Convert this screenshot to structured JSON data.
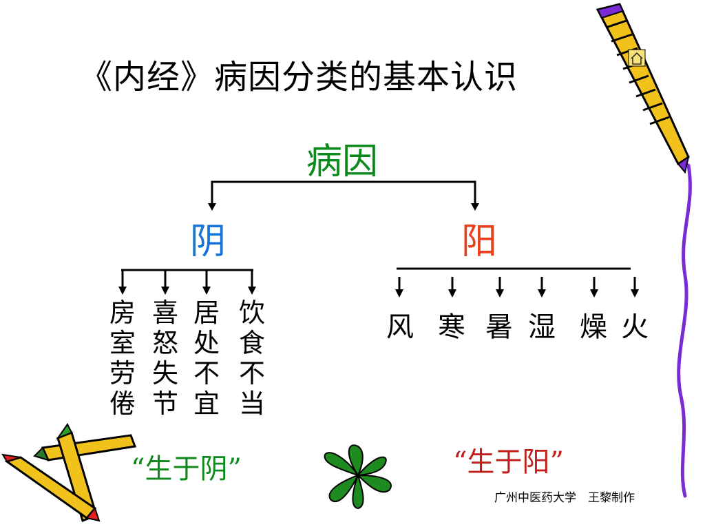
{
  "title": "《内经》病因分类的基本认识",
  "root": "病因",
  "yin": {
    "label": "阴",
    "columns": [
      "房室劳倦",
      "喜怒失节",
      "居处不宜",
      "饮食不当"
    ],
    "quote": "“生于阴”",
    "color": "#1673d8"
  },
  "yang": {
    "label": "阳",
    "items": [
      "风",
      "寒",
      "暑",
      "湿",
      "燥",
      "火"
    ],
    "quote": "“生于阳”",
    "color": "#e8401c"
  },
  "credit": "广州中医药大学　王黎制作",
  "icons": [
    "home-icon",
    "pencil-decoration",
    "pencils-decoration",
    "leaf-decoration"
  ]
}
